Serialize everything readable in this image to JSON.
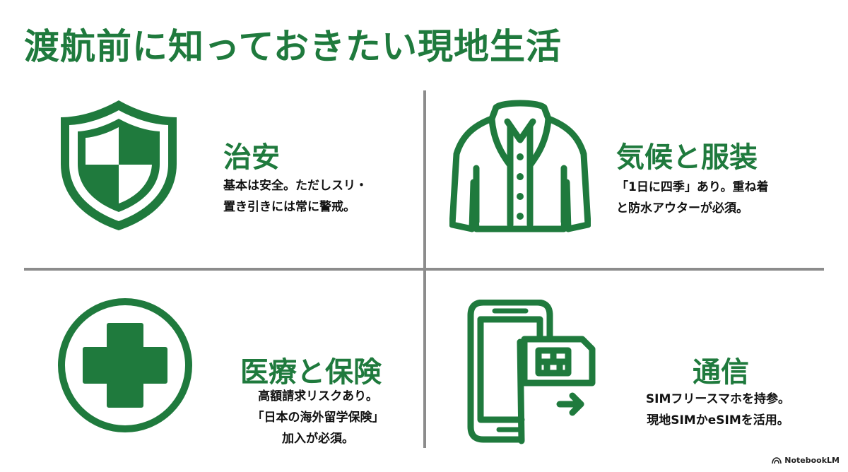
{
  "title": "渡航前に知っておきたい現地生活",
  "colors": {
    "accent": "#1f7a3d",
    "divider": "#8c8c8c",
    "text": "#111111"
  },
  "sections": {
    "safety": {
      "icon": "shield-icon",
      "heading": "治安",
      "lines": [
        "基本は安全。ただしスリ・",
        "置き引きには常に警戒。"
      ]
    },
    "climate": {
      "icon": "jacket-icon",
      "heading": "気候と服装",
      "lines": [
        "「1日に四季」あり。重ね着",
        "と防水アウターが必須。"
      ]
    },
    "medical": {
      "icon": "medical-cross-icon",
      "heading": "医療と保険",
      "lines": [
        "高額請求リスクあり。",
        "「日本の海外留学保険」",
        "加入が必須。"
      ]
    },
    "communication": {
      "icon": "smartphone-sim-icon",
      "heading": "通信",
      "lines": [
        "SIMフリースマホを持参。",
        "現地SIMかeSIMを活用。"
      ]
    }
  },
  "footer": {
    "brand": "NotebookLM",
    "icon": "notebooklm-logo-icon"
  }
}
